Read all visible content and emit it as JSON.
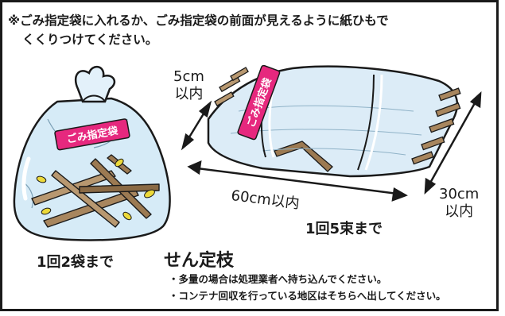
{
  "notice": {
    "line1": "※ごみ指定袋に入れるか、ごみ指定袋の前面が見えるように紙ひもで",
    "line2": "くくりつけてください。"
  },
  "bag": {
    "tag": "ごみ指定袋",
    "limit": "1回2袋まで"
  },
  "bundle": {
    "tag": "ごみ指定袋",
    "thickness_value": "5cm",
    "thickness_suffix": "以内",
    "length": "60cm以内",
    "width_value": "30cm",
    "width_suffix": "以内",
    "limit": "1回5束まで"
  },
  "section": {
    "title": "せん定枝",
    "bullets": [
      "・多量の場合は処理業者へ持ち込んでください。",
      "・コンテナ回収を行っている地区はそちらへ出してください。"
    ]
  },
  "colors": {
    "tag_pink": "#e6287e",
    "bag_blue": "#cfe6f5",
    "branch_brown": "#8a6a45",
    "leaf_yellow": "#e8d830"
  }
}
